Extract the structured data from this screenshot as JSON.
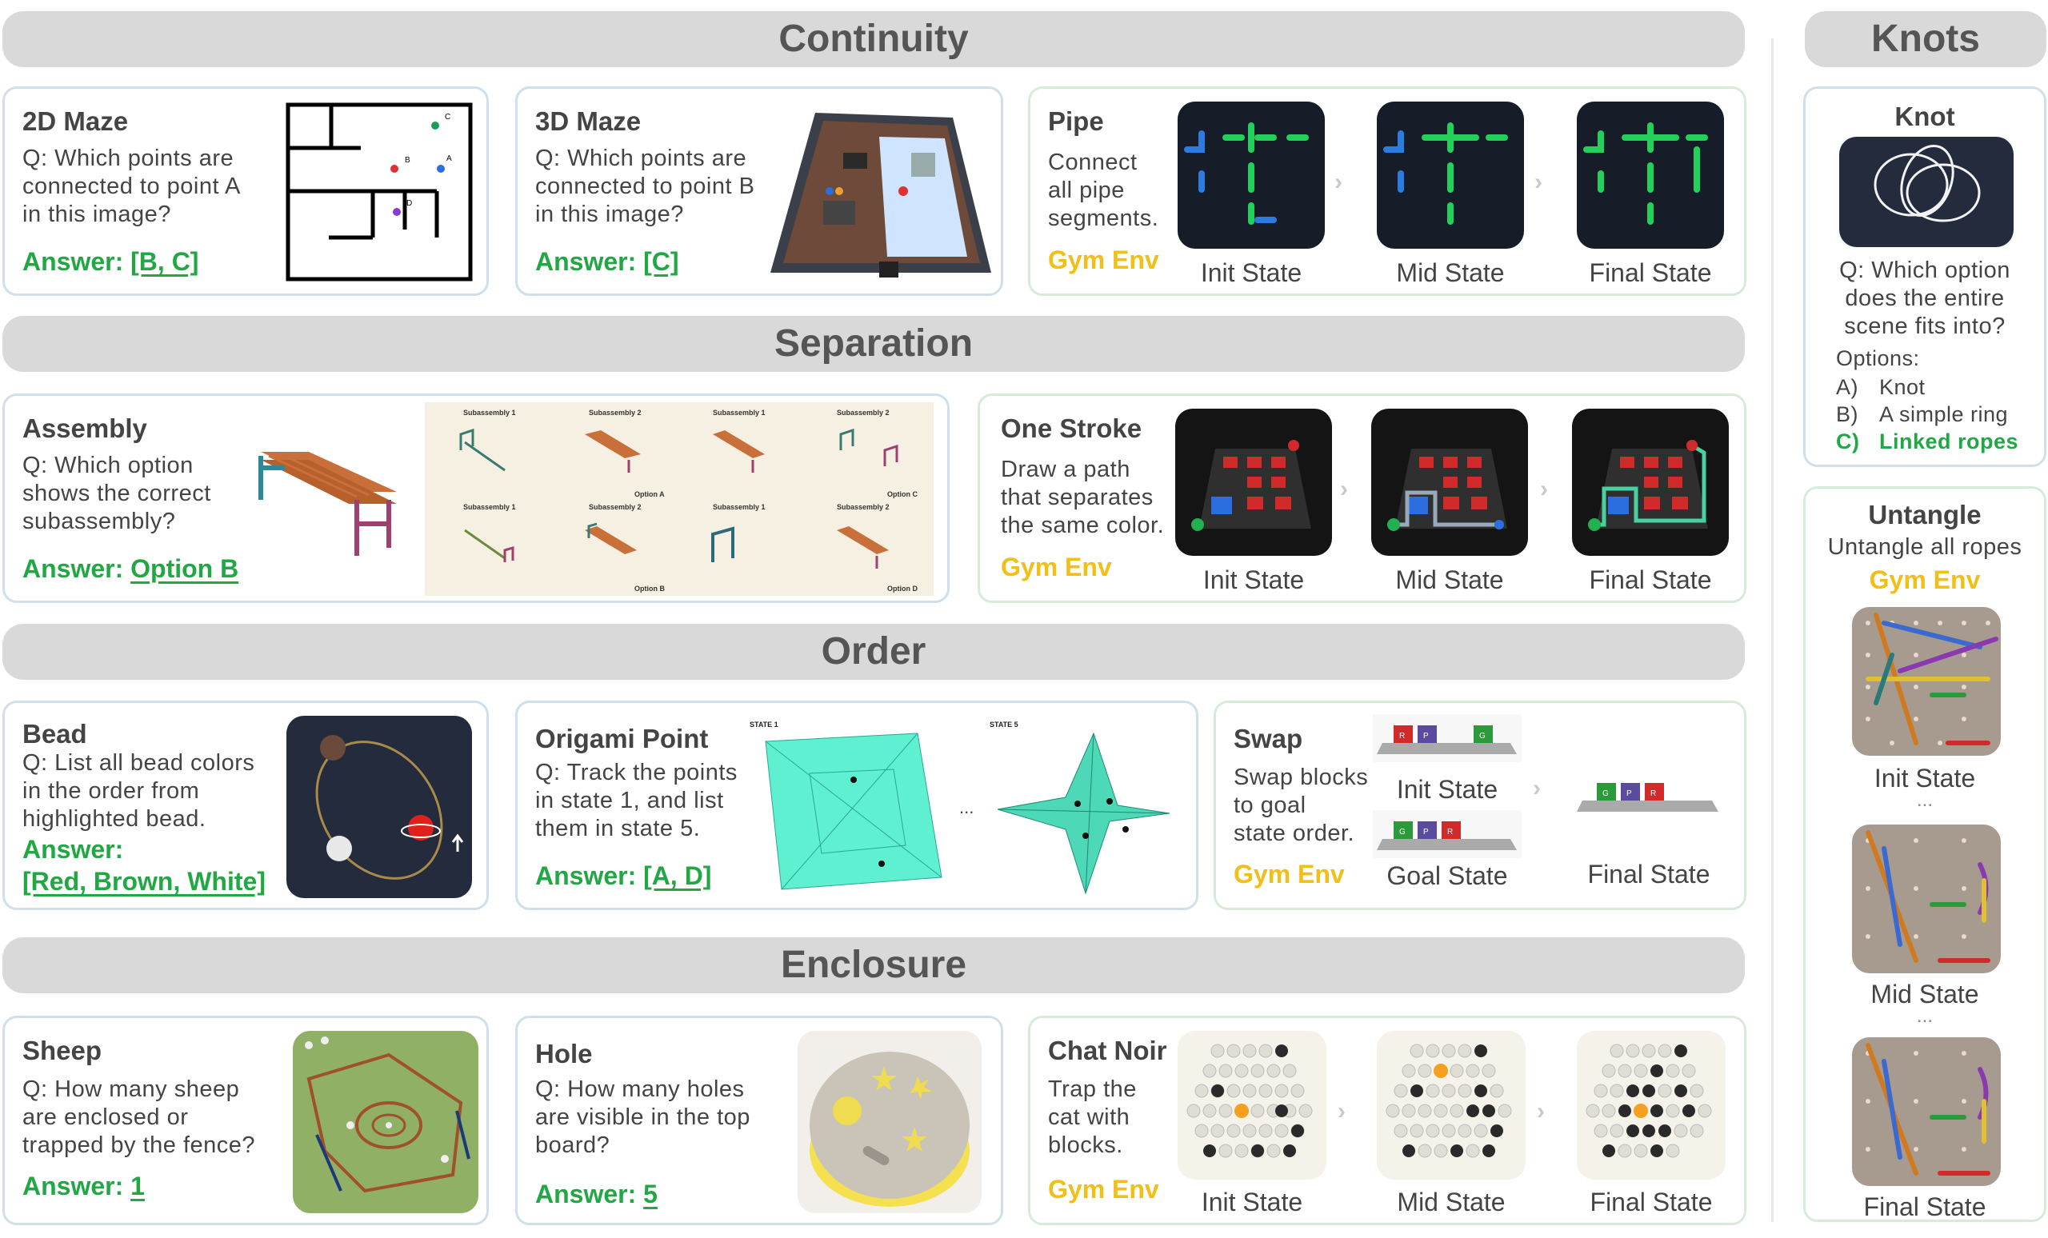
{
  "sections": {
    "continuity": "Continuity",
    "separation": "Separation",
    "order": "Order",
    "enclosure": "Enclosure",
    "knots": "Knots"
  },
  "states": {
    "init": "Init State",
    "mid": "Mid State",
    "final": "Final State",
    "goal": "Goal State"
  },
  "gym": "Gym Env",
  "maze2d": {
    "title": "2D Maze",
    "q": [
      "Q: Which points are",
      "connected to point A",
      "in this image?"
    ],
    "answer_label": "Answer:",
    "answer": "[B, C]",
    "points": [
      "A",
      "B",
      "C",
      "D"
    ]
  },
  "maze3d": {
    "title": "3D Maze",
    "q": [
      "Q: Which points are",
      "connected to point B",
      "in this image?"
    ],
    "answer_label": "Answer:",
    "answer": "[C]"
  },
  "pipe": {
    "title": "Pipe",
    "desc": [
      "Connect",
      "all pipe",
      "segments."
    ]
  },
  "assembly": {
    "title": "Assembly",
    "q": [
      "Q: Which option",
      "shows the correct",
      "subassembly?"
    ],
    "answer_label": "Answer:",
    "answer": "Option B",
    "sub1": "Subassembly 1",
    "sub2": "Subassembly 2",
    "opts": [
      "Option A",
      "Option B",
      "Option C",
      "Option D"
    ]
  },
  "onestroke": {
    "title": "One Stroke",
    "desc": [
      "Draw a path",
      "that separates",
      "the same color."
    ]
  },
  "bead": {
    "title": "Bead",
    "q": [
      "Q: List all bead colors",
      "in the order from",
      "highlighted bead."
    ],
    "answer_label": "Answer:",
    "answer": "[Red, Brown, White]"
  },
  "origami": {
    "title": "Origami Point",
    "q": [
      "Q: Track the points",
      "in state 1, and list",
      "them in state 5."
    ],
    "answer_label": "Answer:",
    "answer": "[A, D]",
    "state1": "STATE 1",
    "state5": "STATE 5"
  },
  "swap": {
    "title": "Swap",
    "desc": [
      "Swap blocks",
      "to goal",
      "state order."
    ],
    "blocks": [
      "R",
      "P",
      "G"
    ]
  },
  "sheep": {
    "title": "Sheep",
    "q": [
      "Q: How many sheep",
      "are enclosed or",
      "trapped by the fence?"
    ],
    "answer_label": "Answer:",
    "answer": "1"
  },
  "hole": {
    "title": "Hole",
    "q": [
      "Q: How many holes",
      "are visible in the top",
      "board?"
    ],
    "answer_label": "Answer:",
    "answer": "5"
  },
  "chatnoir": {
    "title": "Chat Noir",
    "desc": [
      "Trap the",
      "cat with",
      "blocks."
    ]
  },
  "knot": {
    "title": "Knot",
    "q": [
      "Q: Which option",
      "does the entire",
      "scene fits into?"
    ],
    "options_label": "Options:",
    "options": [
      {
        "key": "A)",
        "text": "Knot"
      },
      {
        "key": "B)",
        "text": "A simple ring"
      },
      {
        "key": "C)",
        "text": "Linked ropes"
      }
    ]
  },
  "untangle": {
    "title": "Untangle",
    "desc": "Untangle all ropes"
  },
  "ellipsis": "...",
  "colors": {
    "answer": "#22a745",
    "gym": "#f2bf17",
    "banner": "#d9d9d9",
    "teal": "#5ef0d0"
  }
}
